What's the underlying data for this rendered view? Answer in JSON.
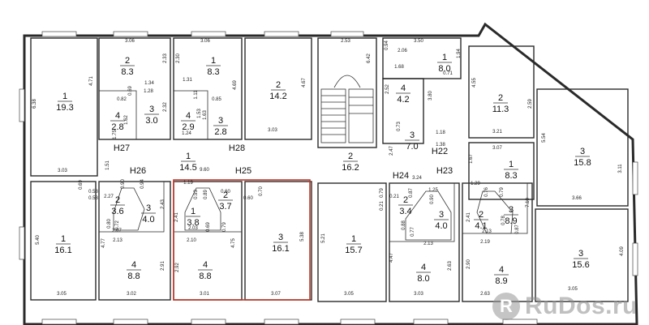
{
  "rooms": [
    {
      "id": "r1",
      "num": "1",
      "area": "19.3"
    },
    {
      "id": "r2",
      "num": "2",
      "area": "8.3"
    },
    {
      "id": "r3",
      "num": "1",
      "area": "8.3"
    },
    {
      "id": "r4",
      "num": "2",
      "area": "14.2"
    },
    {
      "id": "r5",
      "num": "4",
      "area": "2.8"
    },
    {
      "id": "r6",
      "num": "3",
      "area": "3.0"
    },
    {
      "id": "r7",
      "num": "4",
      "area": "2.9"
    },
    {
      "id": "r8",
      "num": "3",
      "area": "2.8"
    },
    {
      "id": "r9",
      "num": "1",
      "area": "14.5"
    },
    {
      "id": "r10",
      "num": "2",
      "area": "16.2"
    },
    {
      "id": "r11",
      "num": "4",
      "area": "4.2"
    },
    {
      "id": "r12",
      "num": "1",
      "area": "8.0"
    },
    {
      "id": "r13",
      "num": "3",
      "area": "7.0"
    },
    {
      "id": "r14",
      "num": "2",
      "area": "11.3"
    },
    {
      "id": "r15",
      "num": "3",
      "area": "15.8"
    },
    {
      "id": "r16",
      "num": "1",
      "area": "8.3"
    },
    {
      "id": "r17",
      "num": "1",
      "area": "16.1"
    },
    {
      "id": "r18",
      "num": "2",
      "area": "3.6"
    },
    {
      "id": "r19",
      "num": "3",
      "area": "4.0"
    },
    {
      "id": "r20",
      "num": "4",
      "area": "8.8"
    },
    {
      "id": "r21",
      "num": "1",
      "area": "3.8"
    },
    {
      "id": "r22",
      "num": "2",
      "area": "3.7"
    },
    {
      "id": "r23",
      "num": "4",
      "area": "8.8"
    },
    {
      "id": "r24",
      "num": "3",
      "area": "16.1"
    },
    {
      "id": "r25",
      "num": "1",
      "area": "15.7"
    },
    {
      "id": "r26",
      "num": "2",
      "area": "3.4"
    },
    {
      "id": "r27",
      "num": "3",
      "area": "4.0"
    },
    {
      "id": "r28",
      "num": "4",
      "area": "8.0"
    },
    {
      "id": "r29",
      "num": "2",
      "area": "4.1"
    },
    {
      "id": "r30",
      "num": "3",
      "area": "8.9"
    },
    {
      "id": "r31",
      "num": "4",
      "area": "8.9"
    },
    {
      "id": "r32",
      "num": "3",
      "area": "15.6"
    }
  ],
  "zones": [
    "Н27",
    "Н28",
    "Н26",
    "Н25",
    "Н22",
    "Н23",
    "Н24"
  ],
  "dimensions": [
    "3.06",
    "3.06",
    "2.53",
    "3.50",
    "6.38",
    "4.71",
    "2.33",
    "2.30",
    "4.69",
    "4.67",
    "6.42",
    "0.94",
    "2.06",
    "1.94",
    "1.34",
    "1.28",
    "0.82",
    "0.69",
    "2.32",
    "1.62",
    "1.31",
    "1.11",
    "0.85",
    "1.63",
    "1.68",
    "2.52",
    "3.80",
    "0.71",
    "4.55",
    "2.59",
    "1.75",
    "1.53",
    "1.24",
    "3.03",
    "3.03",
    "0.73",
    "1.18",
    "1.38",
    "2.47",
    "3.21",
    "5.54",
    "3.07",
    "3.11",
    "1.51",
    "9.60",
    "1.67",
    "3.66",
    "0.69",
    "0.58",
    "0.58",
    "2.27",
    "0.90",
    "0.94",
    "1.19",
    "0.93",
    "0.89",
    "0.60",
    "0.70",
    "0.60",
    "0.79",
    "0.21",
    "0.21",
    "0.87",
    "3.24",
    "1.25",
    "0.90",
    "1.29",
    "0.76",
    "0.79",
    "5.40",
    "2.43",
    "0.80",
    "0.72",
    "2.07",
    "2.41",
    "2.03",
    "0.69",
    "0.79",
    "5.38",
    "5.21",
    "0.88",
    "0.77",
    "2.13",
    "2.41",
    "2.13",
    "7.10",
    "0.78",
    "0.87",
    "2.19",
    "4.77",
    "2.13",
    "2.10",
    "4.75",
    "4.47",
    "2.63",
    "2.90",
    "4.09",
    "2.91",
    "2.92",
    "3.05",
    "3.02",
    "3.01",
    "3.07",
    "3.05",
    "3.03",
    "2.63",
    "3.05"
  ],
  "watermark": {
    "text": "RuDos.ru",
    "icon": "R"
  },
  "colors": {
    "highlight": "#c0392b",
    "wall": "#2a2a2a"
  }
}
